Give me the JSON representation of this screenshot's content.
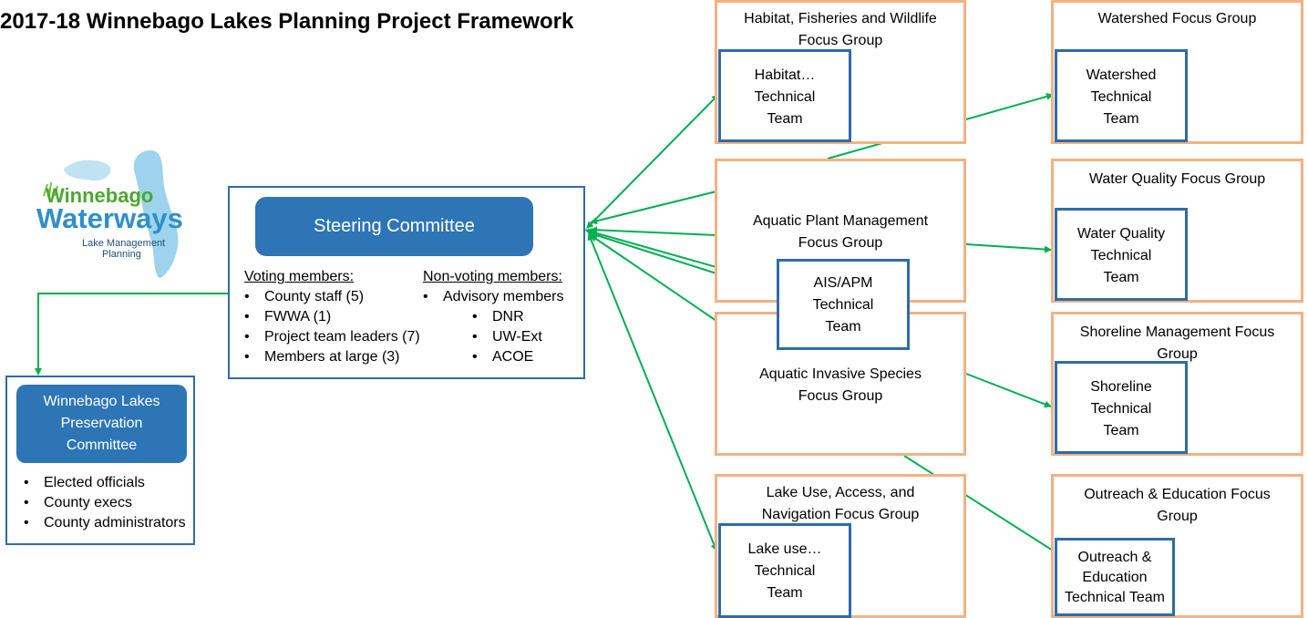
{
  "title": "2017-18  Winnebago Lakes Planning Project Framework",
  "logo": {
    "line1": "Winnebago",
    "line2": "Waterways",
    "line3": "Lake Management",
    "line4": "Planning"
  },
  "steering": {
    "label": "Steering Committee",
    "voting_header": "Voting members:",
    "voting": [
      "County staff (5)",
      "FWWA (1)",
      "Project team leaders (7)",
      "Members at large (3)"
    ],
    "nonvoting_header": "Non-voting members:",
    "advisory": "Advisory members",
    "advisory_items": [
      "DNR",
      "UW-Ext",
      "ACOE"
    ]
  },
  "preservation": {
    "label_lines": [
      "Winnebago Lakes",
      "Preservation",
      "Committee"
    ],
    "items": [
      "Elected officials",
      "County execs",
      "County administrators"
    ]
  },
  "focus_groups": {
    "habitat": {
      "title_lines": [
        "Habitat, Fisheries and Wildlife",
        "Focus Group"
      ],
      "team_lines": [
        "Habitat…",
        "Technical",
        "Team"
      ]
    },
    "aquatic_plant": {
      "title_lines": [
        "Aquatic Plant Management",
        "Focus Group"
      ]
    },
    "ais_apm_team": {
      "team_lines": [
        "AIS/APM",
        "Technical",
        "Team"
      ]
    },
    "invasive": {
      "title_lines": [
        "Aquatic Invasive Species",
        "Focus Group"
      ]
    },
    "lake_use": {
      "title_lines": [
        "Lake Use, Access, and",
        "Navigation Focus Group"
      ],
      "team_lines": [
        "Lake use…",
        "Technical",
        "Team"
      ]
    },
    "watershed": {
      "title_lines": [
        "Watershed Focus Group"
      ],
      "team_lines": [
        "Watershed",
        "Technical",
        "Team"
      ]
    },
    "water_quality": {
      "title_lines": [
        "Water Quality Focus Group"
      ],
      "team_lines": [
        "Water Quality",
        "Technical",
        "Team"
      ]
    },
    "shoreline": {
      "title_lines": [
        "Shoreline Management Focus",
        "Group"
      ],
      "team_lines": [
        "Shoreline",
        "Technical",
        "Team"
      ]
    },
    "outreach": {
      "title_lines": [
        "Outreach & Education Focus",
        "Group"
      ],
      "team_lines": [
        "Outreach &",
        "Education",
        "Technical Team"
      ]
    }
  },
  "colors": {
    "focus_border": "#f4b183",
    "team_border": "#2e6ca9",
    "pill_fill": "#2e75b6",
    "green_arrow": "#00b050",
    "blue_arrow": "#5b9bd5"
  }
}
